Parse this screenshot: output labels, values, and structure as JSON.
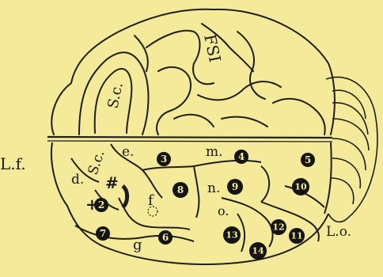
{
  "labels": {
    "fsi": "FSI",
    "sc_upper": "S.c.",
    "sc_lower": "S.c.",
    "lf": "L.f.",
    "lo": "L.o.",
    "d": "d.",
    "e": "e.",
    "m": "m.",
    "n": "n.",
    "o": "o.",
    "f": "f",
    "g": "g",
    "hash": "#",
    "plus": "+"
  },
  "numbers": [
    "2",
    "3",
    "4",
    "5",
    "6",
    "7",
    "8",
    "9",
    "10",
    "11",
    "12",
    "13",
    "14"
  ],
  "colors": {
    "paper": "#f5ea9a",
    "ink": "#1a1a1a"
  }
}
